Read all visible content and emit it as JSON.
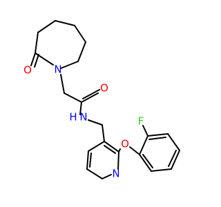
{
  "atoms": {
    "O_lactam": {
      "label": "O",
      "color": "#ff0000"
    },
    "N_lactam": {
      "label": "N",
      "color": "#0000ff"
    },
    "O_amide": {
      "label": "O",
      "color": "#ff0000"
    },
    "N_amide": {
      "label": "N",
      "color": "#0000ff"
    },
    "H_amide": {
      "label": "H",
      "color": "#0000ff"
    },
    "O_ether": {
      "label": "O",
      "color": "#ff0000"
    },
    "F": {
      "label": "F",
      "color": "#33cc33"
    },
    "N_pyridine": {
      "label": "N",
      "color": "#0000ff"
    }
  }
}
